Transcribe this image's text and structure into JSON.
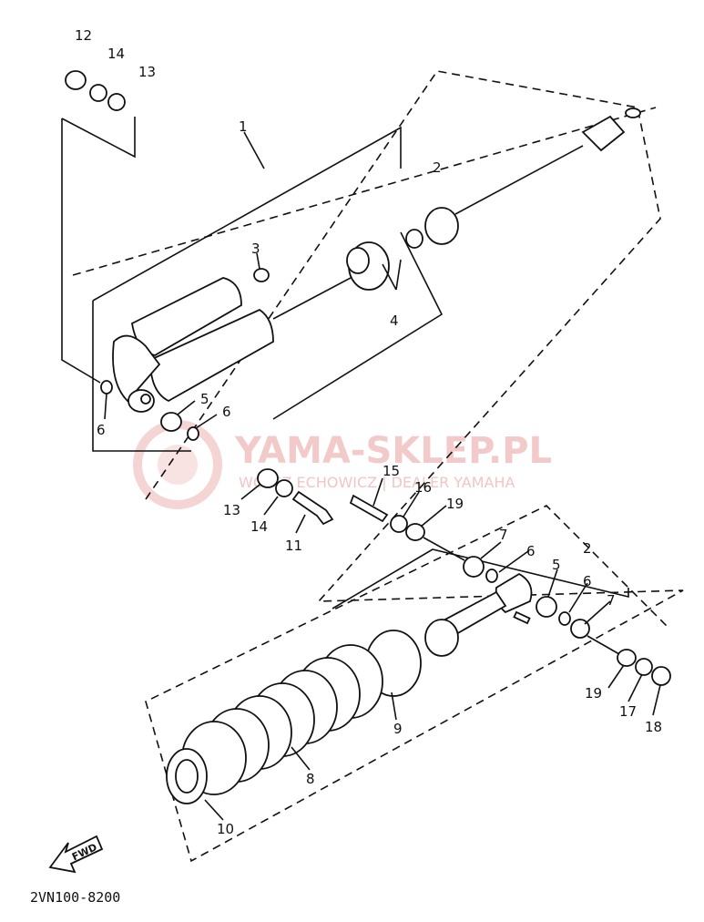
{
  "diagram": {
    "part_code": "2VN100-8200",
    "fwd_label": "FWD",
    "watermark": {
      "title": "YAMA-SKLEP.PL",
      "subtitle": "WOLSZ ECHOWICZ | DEALER YAMAHA"
    },
    "callouts": {
      "c1": "1",
      "c2a": "2",
      "c2b": "2",
      "c3": "3",
      "c4": "4",
      "c5a": "5",
      "c5b": "5",
      "c6a": "6",
      "c6b": "6",
      "c6c": "6",
      "c6d": "6",
      "c7a": "7",
      "c7b": "7",
      "c8": "8",
      "c9": "9",
      "c10": "10",
      "c11": "11",
      "c12": "12",
      "c13a": "13",
      "c13b": "13",
      "c14a": "14",
      "c14b": "14",
      "c15": "15",
      "c16": "16",
      "c17": "17",
      "c18": "18",
      "c19a": "19",
      "c19b": "19"
    }
  }
}
